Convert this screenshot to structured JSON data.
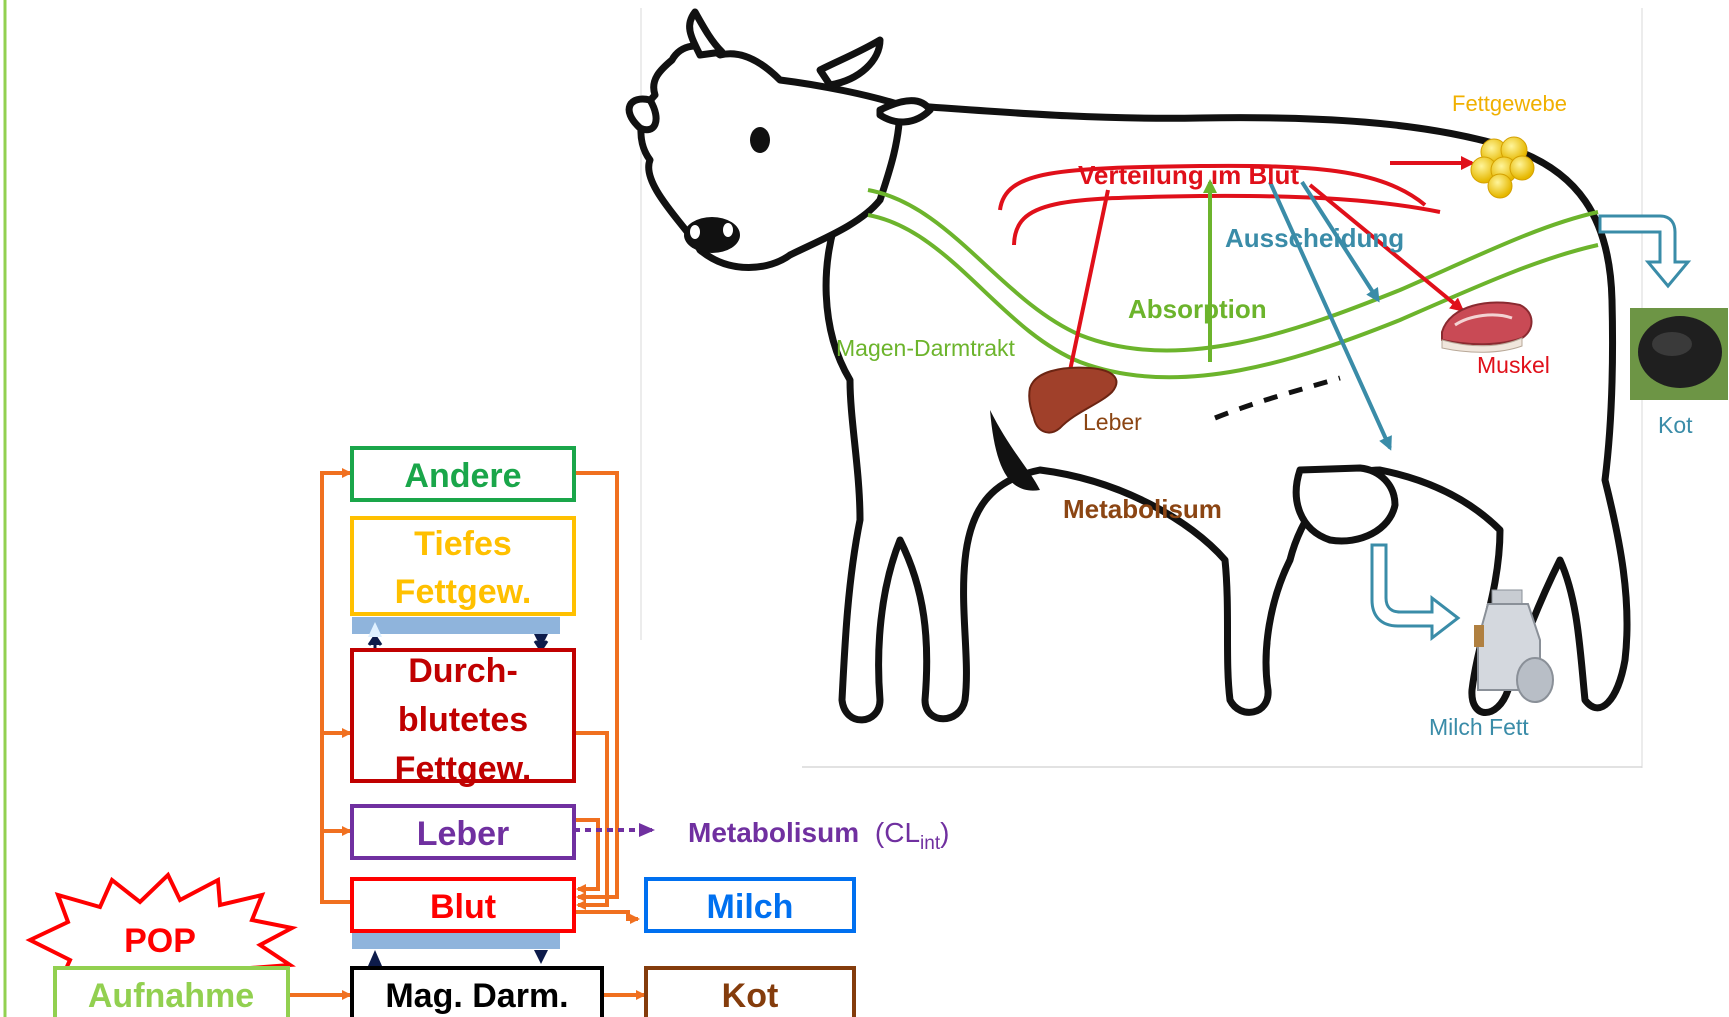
{
  "colors": {
    "andere": "#1aa64a",
    "tiefes": "#ffc000",
    "durch": "#c00000",
    "leber_box": "#7030a0",
    "blut_box": "#ff0000",
    "milch_box": "#0070f0",
    "magdarm": "#000000",
    "kot_box": "#843c0c",
    "aufnahme": "#92d050",
    "arrow_orange": "#f07020",
    "pop": "#ff0000",
    "exchange": "#8fb4dc",
    "gi_green": "#6cb42c",
    "red_flow": "#e0101a",
    "teal": "#3a8ca8",
    "metab_brown": "#8b4513",
    "fett_yellow": "#f0b000"
  },
  "diagram": {
    "boxes": {
      "andere": "Andere",
      "tiefes_line1": "Tiefes",
      "tiefes_line2": "Fettgew.",
      "durch_line1": "Durch-",
      "durch_line2": "blutetes",
      "durch_line3": "Fettgew.",
      "leber": "Leber",
      "blut": "Blut",
      "milch": "Milch",
      "mag_darm": "Mag. Darm.",
      "kot": "Kot",
      "aufnahme": "Aufnahme"
    },
    "pop_label": "POP",
    "metabolism_label": "Metabolisum",
    "metabolism_param": "(CL",
    "metabolism_sub": "int",
    "metabolism_close": ")"
  },
  "cow_figure": {
    "labels": {
      "fettgewebe": "Fettgewebe",
      "verteilung": "Verteilung im Blut",
      "ausscheidung": "Ausscheidung",
      "absorption": "Absorption",
      "magen_darmtrakt": "Magen-Darmtrakt",
      "muskel": "Muskel",
      "leber": "Leber",
      "kot": "Kot",
      "metabolisum": "Metabolisum",
      "milch_fett": "Milch Fett"
    },
    "icons": [
      "fat-tissue-icon",
      "muscle-meat-icon",
      "liver-icon",
      "dung-icon",
      "milk-can-icon"
    ]
  }
}
